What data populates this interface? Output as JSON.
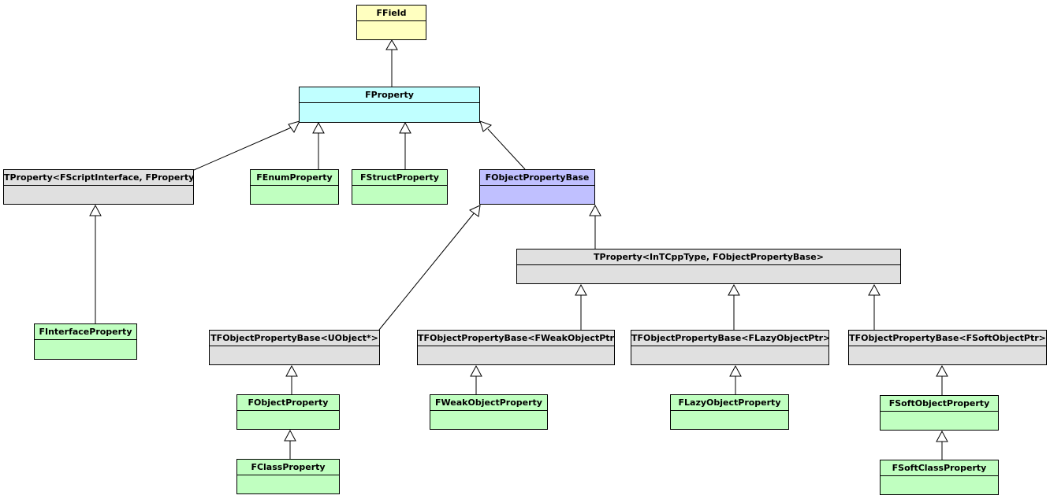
{
  "classes": {
    "ffield": "FField",
    "fproperty": "FProperty",
    "tproperty_script": "TProperty<FScriptInterface, FProperty>",
    "fenum": "FEnumProperty",
    "fstruct": "FStructProperty",
    "fobjectbase": "FObjectPropertyBase",
    "finterface": "FInterfaceProperty",
    "tproperty_incpp": "TProperty<InTCppType, FObjectPropertyBase>",
    "tfobj_uobject": "TFObjectPropertyBase<UObject*>",
    "tfobj_weak": "TFObjectPropertyBase<FWeakObjectPtr>",
    "tfobj_lazy": "TFObjectPropertyBase<FLazyObjectPtr>",
    "tfobj_soft": "TFObjectPropertyBase<FSoftObjectPtr>",
    "fobject": "FObjectProperty",
    "fweak": "FWeakObjectProperty",
    "flazy": "FLazyObjectProperty",
    "fsoft": "FSoftObjectProperty",
    "fclass": "FClassProperty",
    "fsoftclass": "FSoftClassProperty"
  },
  "colors": {
    "root": "#ffffc0",
    "base": "#c0ffff",
    "template": "#e0e0e0",
    "concrete": "#c0ffc0",
    "object_base": "#c0c0ff"
  }
}
